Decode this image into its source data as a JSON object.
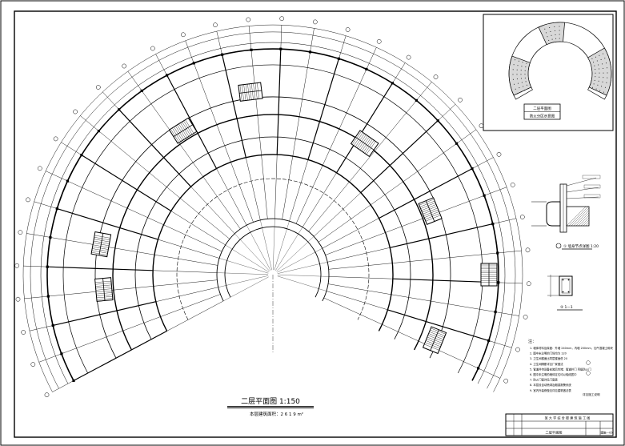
{
  "drawing": {
    "main_title": "二层平面图  1:150",
    "main_subtitle": "本层建筑面积：2 6 1 9 m²",
    "key_plan_title": "二层平面图",
    "key_plan_subtitle": "防火分区示意图",
    "detail_1_caption": "① 墙身节点详图 1:20",
    "detail_2_caption": "② 1—1",
    "notes_title": "注：",
    "notes": [
      "1. 墙体材料及厚度：外墙 240mm，内墙 200mm，加气混凝土砌块",
      "2. 图中未注明的门垛均为 120",
      "3. 卫生间楼面比同层楼面低 20",
      "4. 卫生间隔断详见厂家做法",
      "5. 管道井待设备安装后封堵：管道井门 丙级防火门",
      "6. 图中未注明的墙体定位均以轴线居中",
      "7. 防火门窗详见门窗表",
      "8. 本层设自动喷淋及烟感报警系统",
      "9. 室内外装修做法详见建筑做法表"
    ],
    "notes_tail": "详见施工说明",
    "title_block": {
      "project": "某 大 学 综 合 楼 建 筑 施 工 图",
      "drawing_name": "二层平面图",
      "sheet_no": "建施—05"
    }
  }
}
